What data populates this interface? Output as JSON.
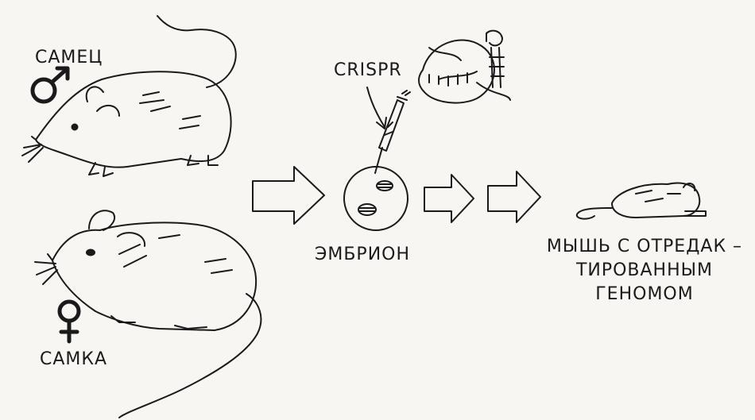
{
  "labels": {
    "male": "САМЕЦ",
    "female": "САМКА",
    "crispr": "CRISPR",
    "embryo": "ЭМБРИОН",
    "result_lines": [
      "МЫШЬ С ОТРЕДАК –",
      "ТИРОВАННЫМ",
      "ГЕНОМОМ"
    ]
  },
  "icons": {
    "male_symbol": "male-symbol-icon",
    "female_symbol": "female-symbol-icon"
  },
  "colors": {
    "ink": "#1a1a1a",
    "paper": "#f7f6f3"
  }
}
